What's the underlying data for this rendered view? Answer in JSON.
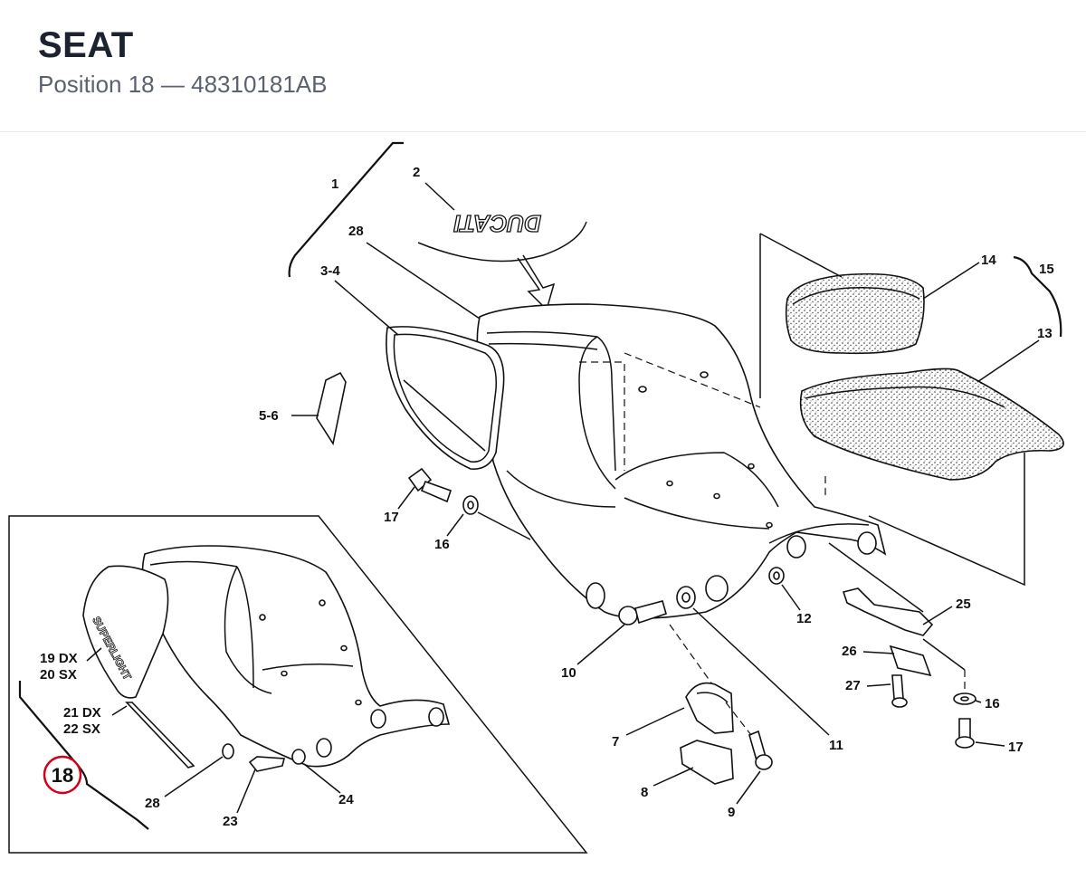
{
  "header": {
    "title": "SEAT",
    "position_label": "Position 18",
    "separator": "—",
    "part_number": "48310181AB"
  },
  "diagram": {
    "logo_text": "DUCATI",
    "badge_text": "SUPERLIGHT",
    "highlight_color": "#d0021b",
    "callouts": {
      "c1": "1",
      "c2": "2",
      "c28a": "28",
      "c34": "3-4",
      "c56": "5-6",
      "c17a": "17",
      "c16a": "16",
      "c14": "14",
      "c15": "15",
      "c13": "13",
      "c12": "12",
      "c10": "10",
      "c11": "11",
      "c25": "25",
      "c26": "26",
      "c27": "27",
      "c16b": "16",
      "c17b": "17",
      "c7": "7",
      "c8": "8",
      "c9": "9",
      "c19": "19 DX",
      "c20": "20 SX",
      "c21": "21 DX",
      "c22": "22 SX",
      "c18": "18",
      "c28b": "28",
      "c23": "23",
      "c24": "24"
    }
  }
}
